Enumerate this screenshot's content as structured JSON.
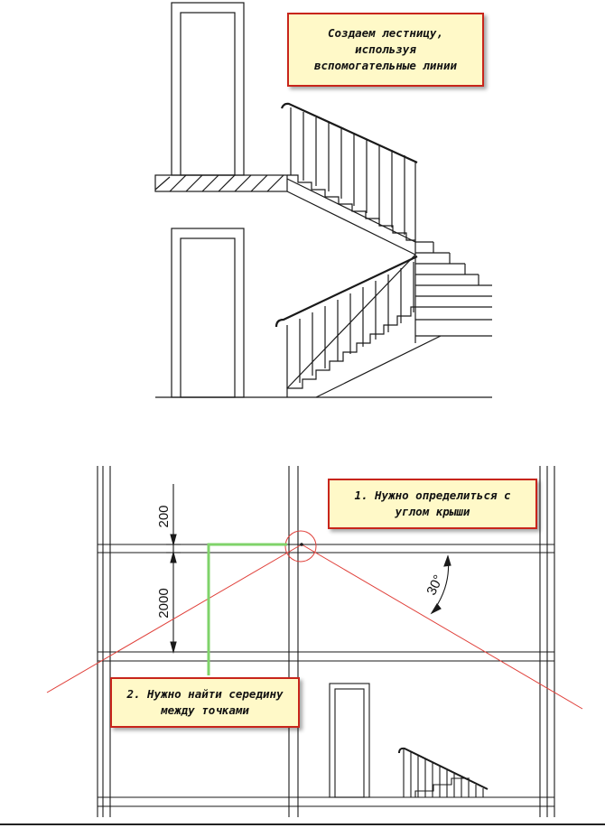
{
  "top_callout": {
    "lines": [
      "Создаем лестницу,",
      "используя",
      "вспомогательные линии"
    ]
  },
  "callout_roof": {
    "lines": [
      "1. Нужно определиться с",
      "углом крыши"
    ]
  },
  "callout_middle": {
    "lines": [
      "2. Нужно найти середину",
      "между точками"
    ]
  },
  "dimensions": {
    "upper": "200",
    "lower": "2000",
    "angle": "30°"
  },
  "colors": {
    "line": "#1a1a1a",
    "guide_red": "#e0403a",
    "guide_green": "#7fd36a",
    "callout_fill": "#fff9c8",
    "callout_border": "#c8251b"
  }
}
